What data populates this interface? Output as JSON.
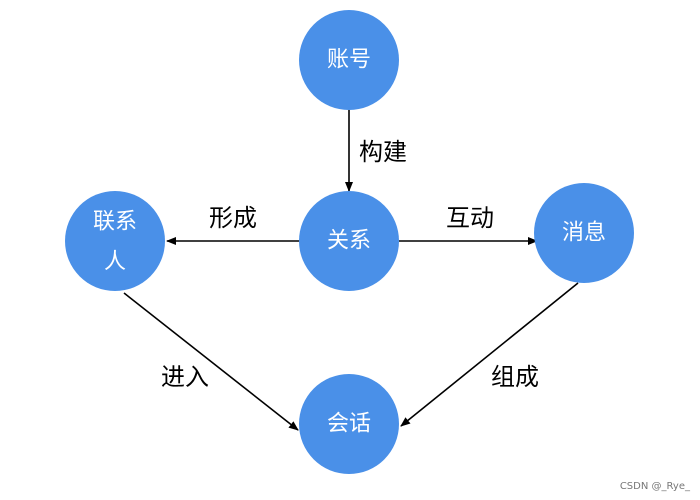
{
  "diagram": {
    "nodes": {
      "account": "账号",
      "relation": "关系",
      "contact_line1": "联系",
      "contact_line2": "人",
      "message": "消息",
      "session": "会话"
    },
    "edges": {
      "account_to_relation": "构建",
      "relation_to_contact": "形成",
      "relation_to_message": "互动",
      "contact_to_session": "进入",
      "message_to_session": "组成"
    },
    "colors": {
      "node_fill": "#4a90e8",
      "node_text": "#ffffff",
      "edge": "#000000"
    }
  },
  "watermark": "CSDN @_Rye_"
}
